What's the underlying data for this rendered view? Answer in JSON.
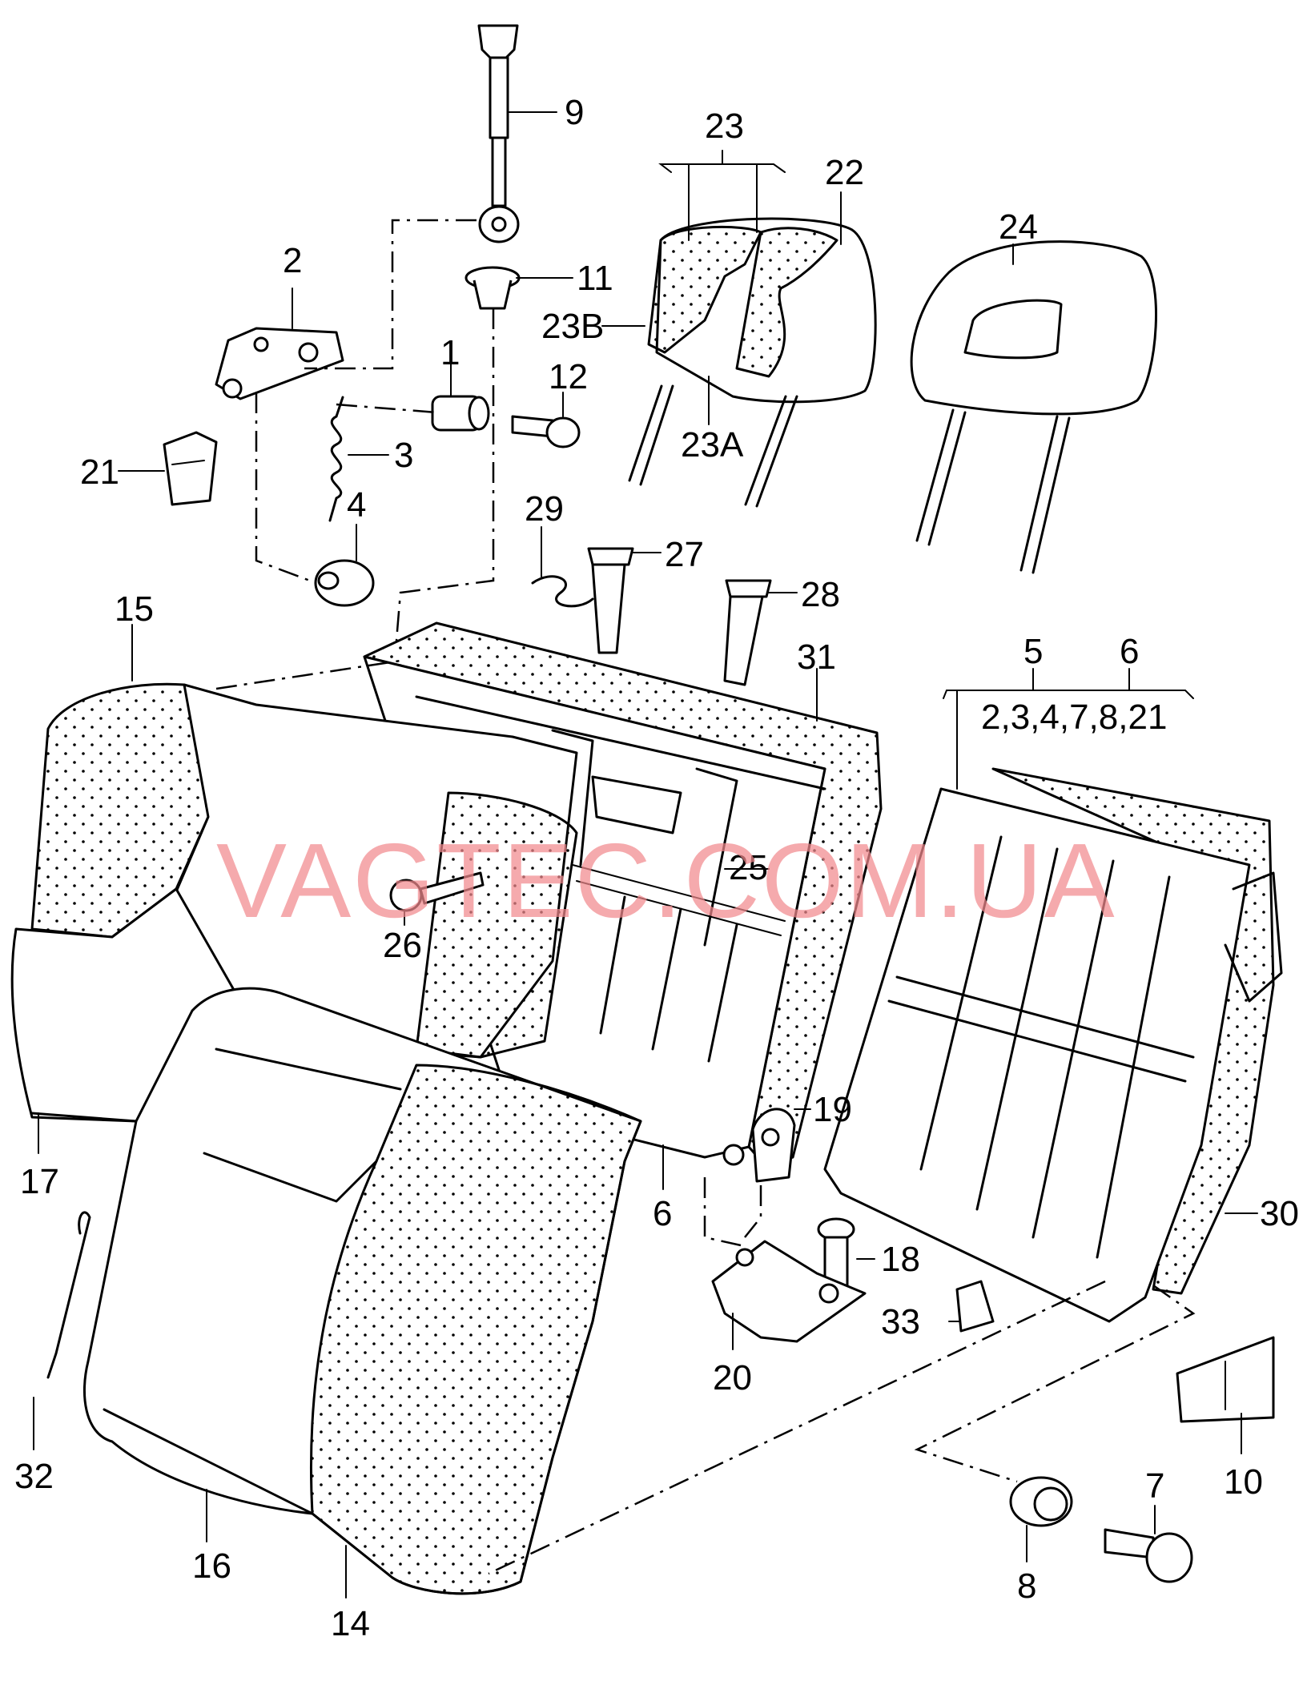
{
  "watermark": "VAGTEC.COM.UA",
  "callouts": {
    "c1": "1",
    "c2": "2",
    "c3": "3",
    "c4": "4",
    "c5": "5",
    "c6a": "6",
    "c6b": "6",
    "c7": "7",
    "c8": "8",
    "c9": "9",
    "c10": "10",
    "c11": "11",
    "c12": "12",
    "c14": "14",
    "c15": "15",
    "c16": "16",
    "c17": "17",
    "c18": "18",
    "c19": "19",
    "c20": "20",
    "c21": "21",
    "c22": "22",
    "c23": "23",
    "c23a": "23A",
    "c23b": "23B",
    "c24": "24",
    "c25": "25",
    "c26": "26",
    "c27": "27",
    "c28": "28",
    "c29": "29",
    "c30": "30",
    "c31": "31",
    "c32": "32",
    "c33": "33",
    "group56": "2,3,4,7,8,21"
  }
}
